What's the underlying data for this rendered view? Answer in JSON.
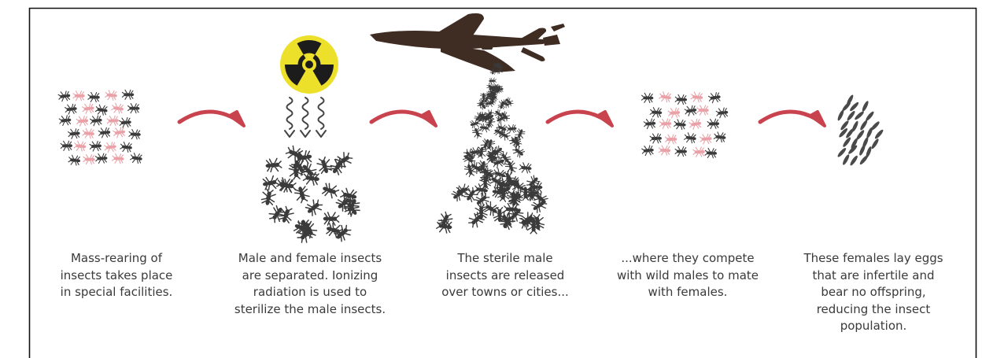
{
  "colors": {
    "frame": "#111111",
    "insect_dark": "#3b3b3b",
    "insect_pink": "#e9a0a6",
    "arrow": "#c9434f",
    "radiation_yellow": "#ede02a",
    "radiation_black": "#1c1c1c",
    "plane": "#3f2c22",
    "egg": "#4a4a4a",
    "text": "#3a3a3a"
  },
  "icons": [
    "insect-cluster-icon",
    "curved-arrow-icon",
    "radiation-symbol-icon",
    "radiation-wave-icon",
    "airplane-icon",
    "egg-cluster-icon"
  ],
  "steps": [
    {
      "caption": "Mass-rearing of\ninsects takes place\nin special facilities."
    },
    {
      "caption": "Male and female insects\nare separated. Ionizing\nradiation is used to\nsterilize the male insects."
    },
    {
      "caption": "The sterile male\ninsects are released\nover towns or cities..."
    },
    {
      "caption": "...where they compete\nwith wild males to mate\nwith females."
    },
    {
      "caption": "These females lay eggs\nthat are infertile and\nbear no offspring,\nreducing the insect\npopulation."
    }
  ]
}
